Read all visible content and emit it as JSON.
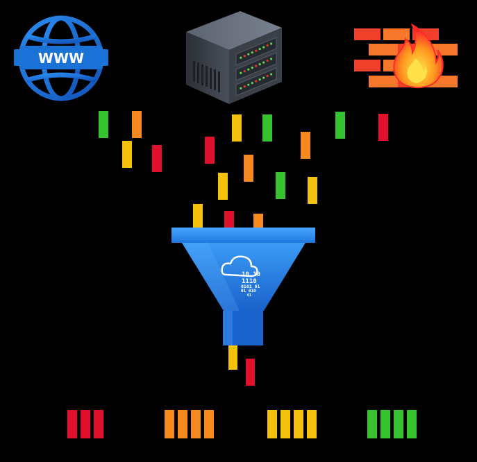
{
  "icons": {
    "globe": {
      "name": "globe-icon",
      "label": "WWW",
      "color": "#1b72d6"
    },
    "server": {
      "name": "server-icon",
      "body_color": "#3a3f48",
      "led_green": "#63d54a",
      "led_red": "#e23a2a"
    },
    "firewall": {
      "name": "firewall-icon",
      "brick_color": "#f0402a",
      "brick_alt": "#f7782a",
      "flame_outer": "#ff2d2d",
      "flame_inner": "#ffd21f"
    }
  },
  "funnel": {
    "name": "data-filter-funnel",
    "color_top": "#2e8ff0",
    "color_bottom": "#1460c8",
    "cloud_bits": [
      "10  10",
      "1110",
      "0101  01",
      "01    010",
      "01"
    ]
  },
  "palette": {
    "red": "#e0102c",
    "orange": "#f78a1e",
    "yellow": "#f4c20d",
    "green": "#36c12e"
  },
  "bucket_counts": {
    "red": 3,
    "orange": 4,
    "yellow": 4,
    "green": 4
  }
}
